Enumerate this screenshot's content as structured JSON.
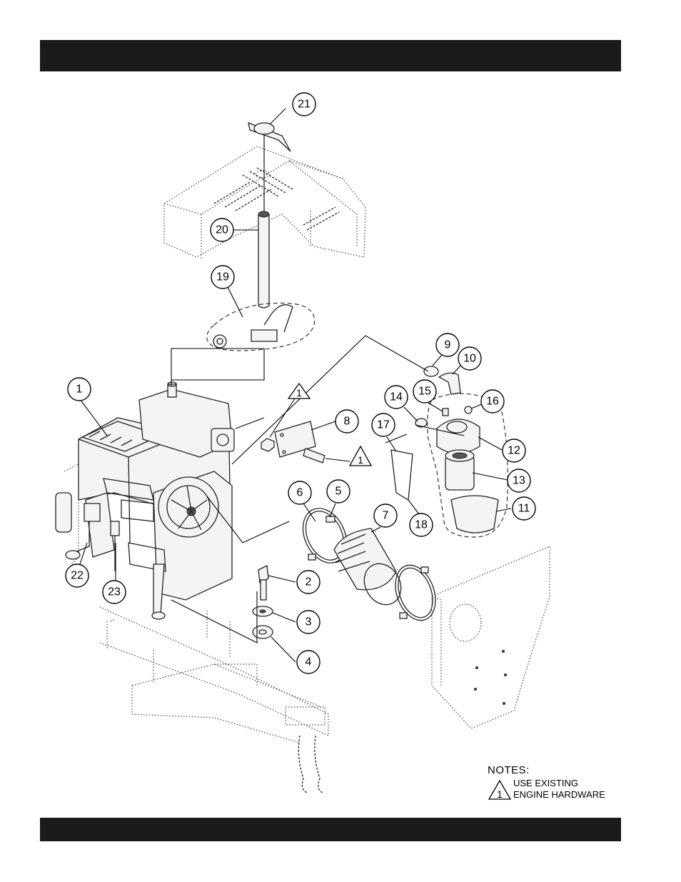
{
  "callouts": [
    {
      "id": "c1",
      "label": "1"
    },
    {
      "id": "c2",
      "label": "2"
    },
    {
      "id": "c3",
      "label": "3"
    },
    {
      "id": "c4",
      "label": "4"
    },
    {
      "id": "c5",
      "label": "5"
    },
    {
      "id": "c6",
      "label": "6"
    },
    {
      "id": "c7",
      "label": "7"
    },
    {
      "id": "c8",
      "label": "8"
    },
    {
      "id": "c9",
      "label": "9"
    },
    {
      "id": "c10",
      "label": "10"
    },
    {
      "id": "c11",
      "label": "11"
    },
    {
      "id": "c12",
      "label": "12"
    },
    {
      "id": "c13",
      "label": "13"
    },
    {
      "id": "c14",
      "label": "14"
    },
    {
      "id": "c15",
      "label": "15"
    },
    {
      "id": "c16",
      "label": "16"
    },
    {
      "id": "c17",
      "label": "17"
    },
    {
      "id": "c18",
      "label": "18"
    },
    {
      "id": "c19",
      "label": "19"
    },
    {
      "id": "c20",
      "label": "20"
    },
    {
      "id": "c21",
      "label": "21"
    },
    {
      "id": "c22",
      "label": "22"
    },
    {
      "id": "c23",
      "label": "23"
    }
  ],
  "triangle_markers": [
    {
      "id": "t1",
      "label": "1"
    },
    {
      "id": "t2",
      "label": "1"
    }
  ],
  "notes": {
    "title": "NOTES:",
    "marker_label": "1",
    "line1": "USE EXISTING",
    "line2": "ENGINE HARDWARE"
  },
  "colors": {
    "bars": "#1a1a1a",
    "ink": "#000000"
  }
}
